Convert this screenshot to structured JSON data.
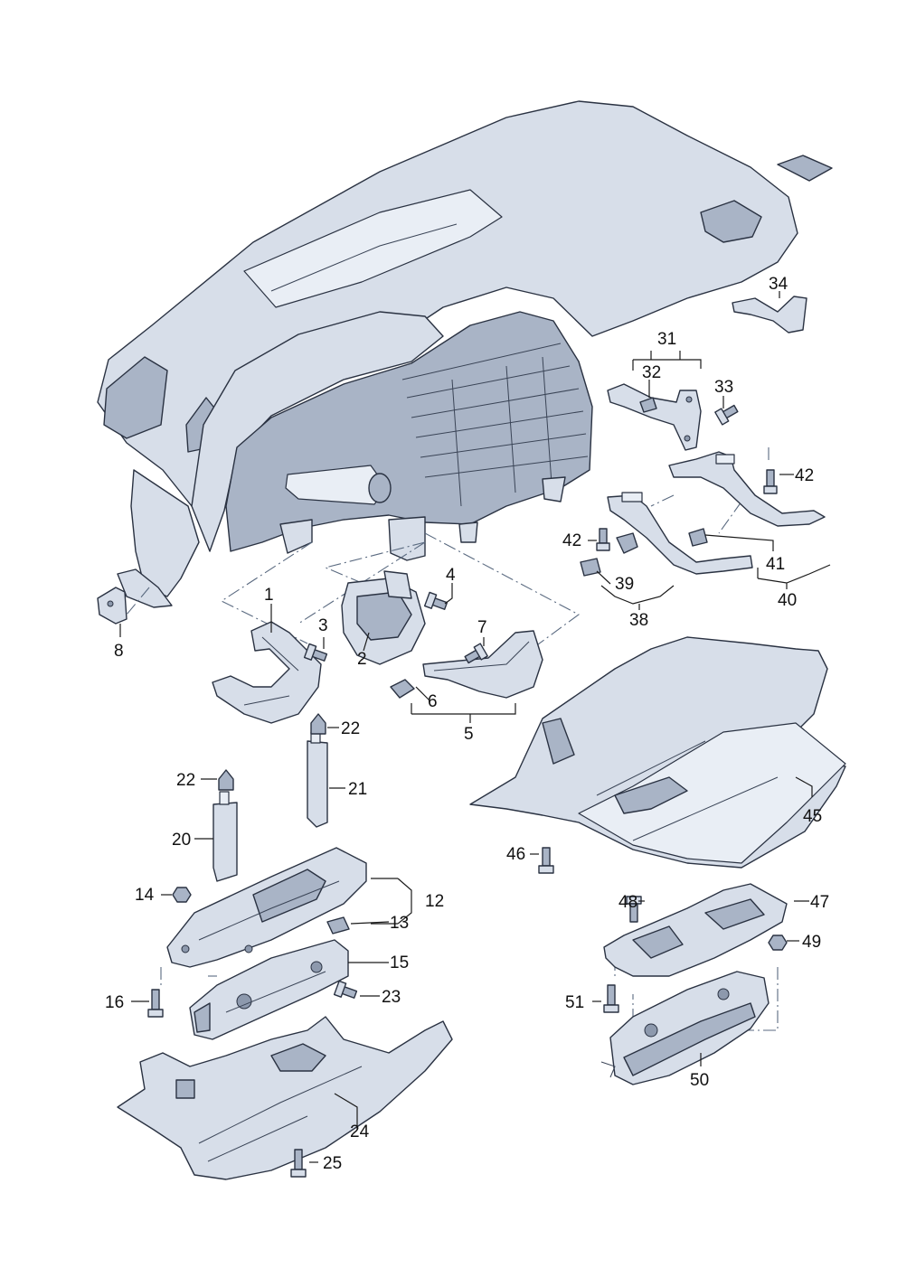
{
  "diagram": {
    "callouts": [
      "1",
      "2",
      "3",
      "4",
      "5",
      "6",
      "7",
      "8",
      "12",
      "13",
      "14",
      "15",
      "16",
      "20",
      "21",
      "22",
      "22",
      "23",
      "24",
      "25",
      "31",
      "32",
      "33",
      "34",
      "38",
      "39",
      "40",
      "41",
      "42",
      "42",
      "45",
      "46",
      "47",
      "48",
      "49",
      "50",
      "51"
    ]
  },
  "parts": {
    "dashboard": "dashboard-panel",
    "fasteners": "bolt-icon"
  }
}
